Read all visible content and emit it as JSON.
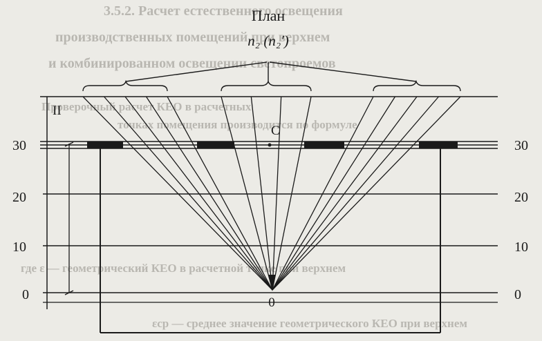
{
  "plan": {
    "title": "План",
    "subtitle": "n₂ (n₂′)"
  },
  "labels": {
    "region": "II",
    "center_point": "C",
    "origin": "0"
  },
  "scale": {
    "left": [
      "30",
      "20",
      "10",
      "0"
    ],
    "right": [
      "30",
      "20",
      "10",
      "0"
    ]
  },
  "geometry_values": {
    "levels": [
      30,
      20,
      10,
      0
    ],
    "fan_groups": 3,
    "rays_per_group": [
      5,
      4,
      5
    ],
    "dark_segments": 4
  },
  "background_text": [
    "3.5.2. Расчет естественного освещения",
    "производственных помещений при верхнем",
    "и комбинированном освещении светопроемов",
    "Проверочный расчет КЕО в расчетных",
    "точках помещения производится по формуле",
    "где ε — геометрический КЕО в расчетной точке при верхнем",
    "εср — среднее значение геометрического КЕО при верхнем"
  ]
}
